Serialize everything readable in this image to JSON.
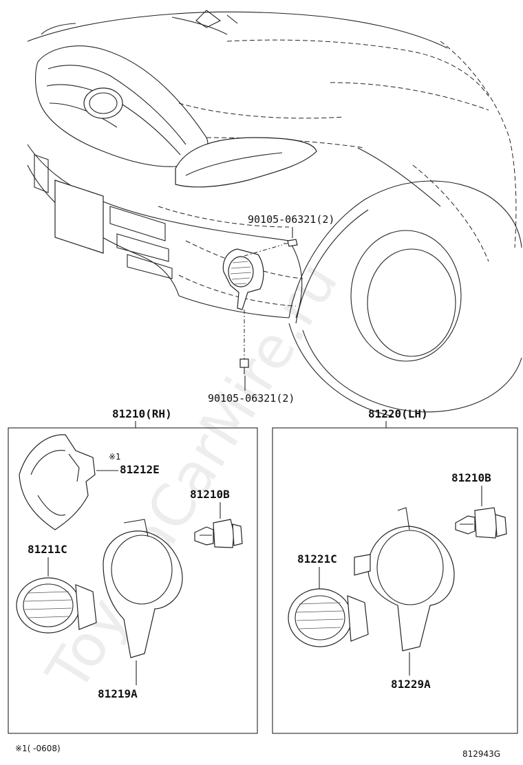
{
  "parts": {
    "bolt_upper": "90105-06321(2)",
    "bolt_lower": "90105-06321(2)",
    "rh_assembly": "81210(RH)",
    "lh_assembly": "81220(LH)",
    "rh_bracket": "81212E",
    "rh_bracket_note": "※1",
    "rh_bulb": "81210B",
    "rh_lamp": "81211C",
    "rh_cover": "81219A",
    "lh_bulb": "81210B",
    "lh_lamp": "81221C",
    "lh_cover": "81229A"
  },
  "footnote": "※1(     -0608)",
  "drawing_number": "812943G",
  "watermark": "ToyotaCarMire.ru"
}
